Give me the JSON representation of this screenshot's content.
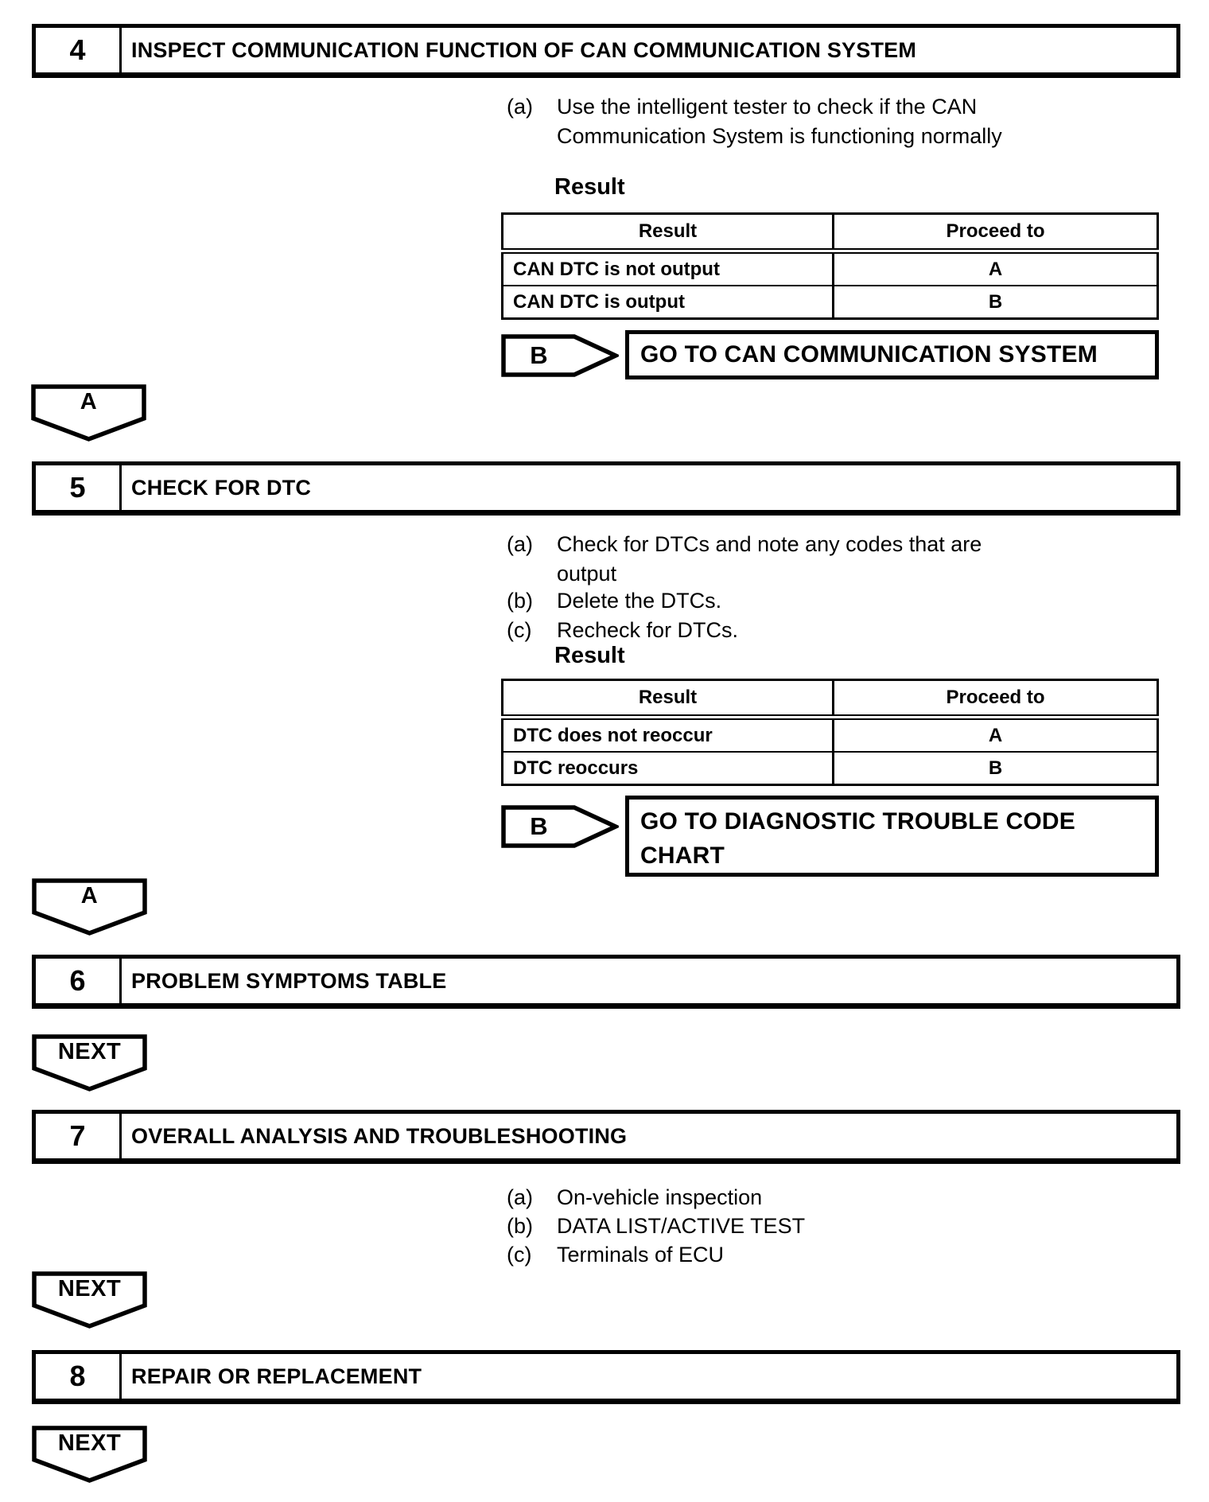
{
  "steps": {
    "step4": {
      "number": "4",
      "title": "INSPECT COMMUNICATION FUNCTION OF CAN COMMUNICATION SYSTEM",
      "items": [
        {
          "marker": "(a)",
          "text": "Use the intelligent tester to check if the CAN Communication System is functioning normally"
        }
      ],
      "result_label": "Result",
      "result_table": {
        "headers": [
          "Result",
          "Proceed to"
        ],
        "rows": [
          [
            "CAN DTC is not output",
            "A"
          ],
          [
            "CAN DTC is output",
            "B"
          ]
        ]
      },
      "branch": {
        "label": "B",
        "action": "GO TO CAN COMMUNICATION SYSTEM"
      },
      "connector": "A"
    },
    "step5": {
      "number": "5",
      "title": "CHECK FOR DTC",
      "items": [
        {
          "marker": "(a)",
          "text": "Check for DTCs and note any codes that are output"
        },
        {
          "marker": "(b)",
          "text": "Delete the DTCs."
        },
        {
          "marker": "(c)",
          "text": "Recheck for DTCs."
        }
      ],
      "result_label": "Result",
      "result_table": {
        "headers": [
          "Result",
          "Proceed to"
        ],
        "rows": [
          [
            "DTC does not reoccur",
            "A"
          ],
          [
            "DTC reoccurs",
            "B"
          ]
        ]
      },
      "branch": {
        "label": "B",
        "action": "GO TO DIAGNOSTIC TROUBLE CODE CHART"
      },
      "connector": "A"
    },
    "step6": {
      "number": "6",
      "title": "PROBLEM SYMPTOMS TABLE",
      "connector": "NEXT"
    },
    "step7": {
      "number": "7",
      "title": "OVERALL ANALYSIS AND TROUBLESHOOTING",
      "items": [
        {
          "marker": "(a)",
          "text": "On-vehicle inspection"
        },
        {
          "marker": "(b)",
          "text": "DATA LIST/ACTIVE TEST"
        },
        {
          "marker": "(c)",
          "text": "Terminals of ECU"
        }
      ],
      "connector": "NEXT"
    },
    "step8": {
      "number": "8",
      "title": "REPAIR OR REPLACEMENT",
      "connector": "NEXT"
    }
  }
}
